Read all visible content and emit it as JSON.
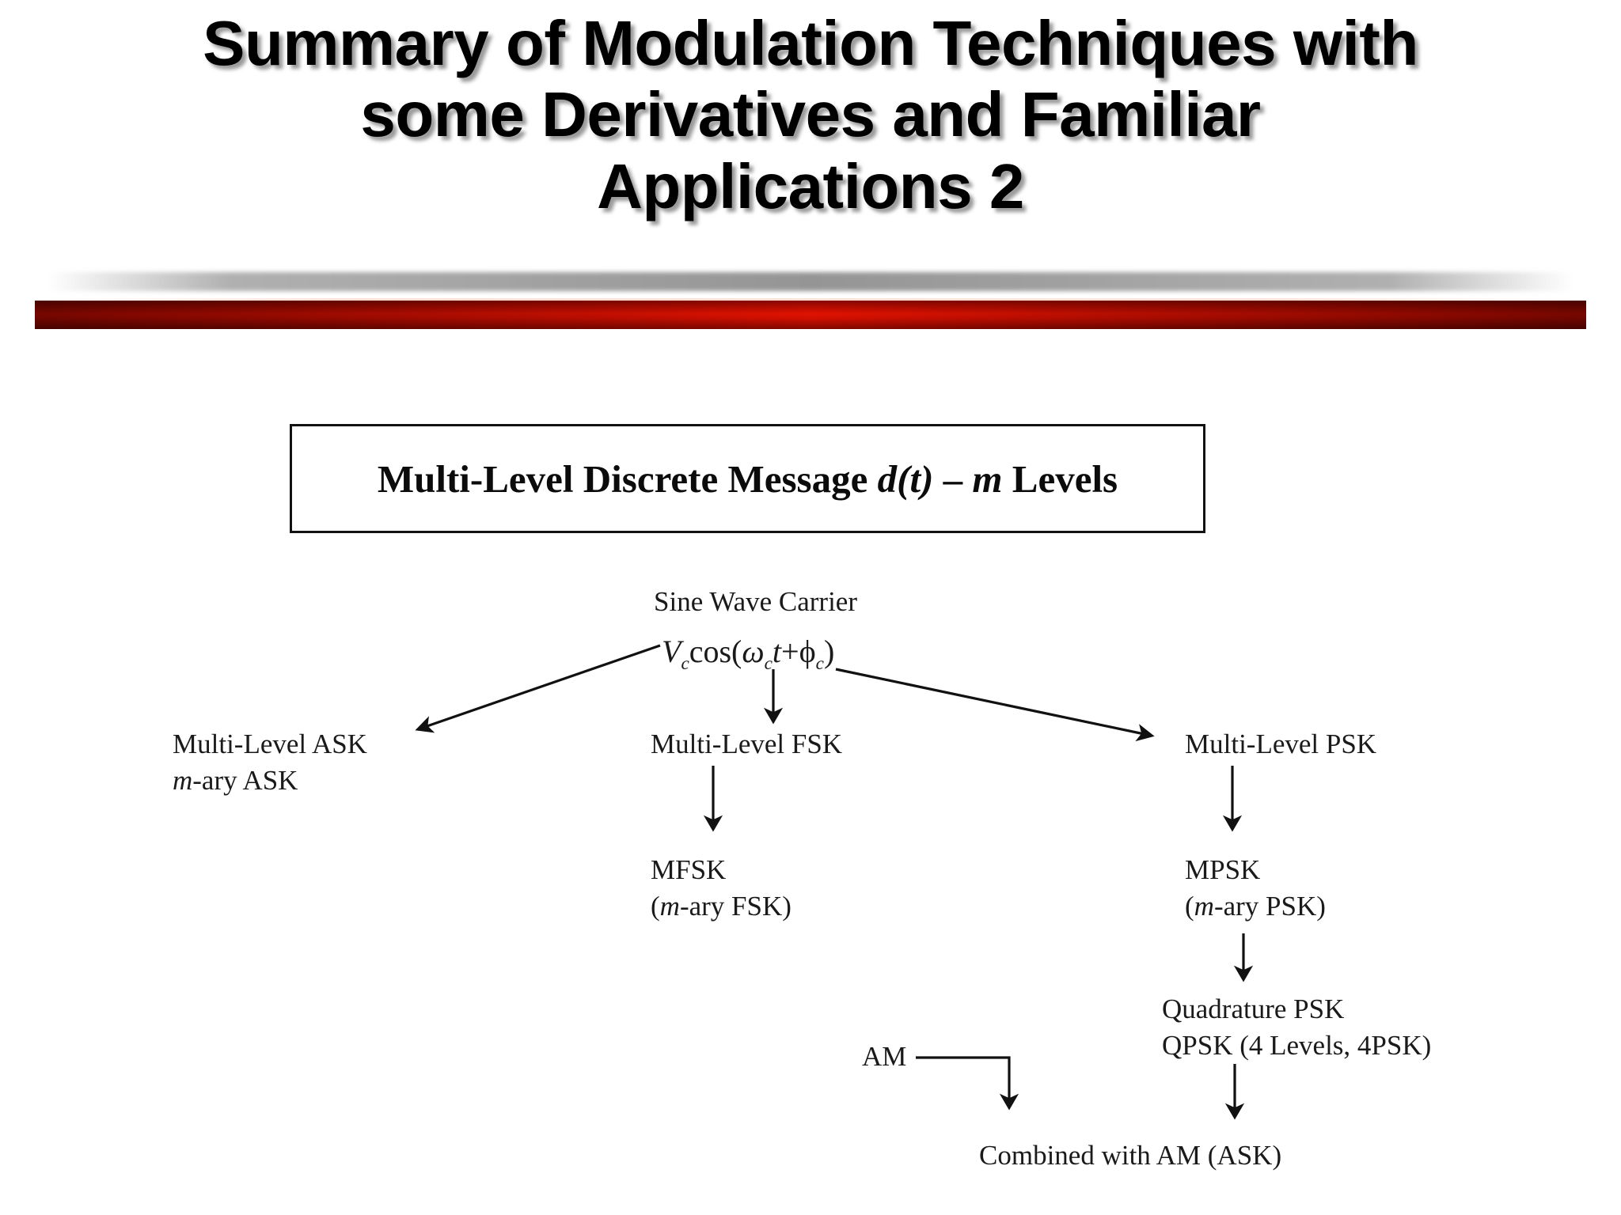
{
  "slide": {
    "title": "Summary of Modulation Techniques with\nsome Derivatives and Familiar\nApplications 2",
    "accent_color": "#ef4410",
    "accent_dark_color": "#7e1a04",
    "text_color": "#000000",
    "background_color": "#ffffff"
  },
  "diagram": {
    "box_heading": {
      "prefix": "Multi-Level Discrete Message ",
      "symbol_d": "d",
      "symbol_t": "(t)",
      "dash": " – ",
      "symbol_m": "m",
      "suffix": " Levels",
      "full_text": "Multi-Level Discrete Message d(t) – m Levels"
    },
    "carrier": {
      "caption": "Sine Wave Carrier",
      "formula_plain": "Vc cos(ωc t + ϕc)",
      "formula_parts": {
        "amplitude": "V",
        "amplitude_sub": "c",
        "cos": "cos(",
        "omega": "ω",
        "omega_sub": "c",
        "t": "t",
        "plus": "+",
        "phi": "ϕ",
        "phi_sub": "c",
        "close": ")"
      }
    },
    "branches": [
      {
        "id": "ask",
        "line1": "Multi-Level ASK",
        "line2_italic": "m",
        "line2_rest": "-ary ASK"
      },
      {
        "id": "fsk",
        "line1": "Multi-Level FSK"
      },
      {
        "id": "psk",
        "line1": "Multi-Level PSK"
      }
    ],
    "mfsk": {
      "line1": "MFSK",
      "line2_open": "(",
      "line2_italic": "m",
      "line2_rest": "-ary FSK)"
    },
    "mpsk": {
      "line1": "MPSK",
      "line2_open": "(",
      "line2_italic": "m",
      "line2_rest": "-ary PSK)"
    },
    "qpsk": {
      "line1": "Quadrature PSK",
      "line2": "QPSK (4 Levels, 4PSK)"
    },
    "am": {
      "label": "AM"
    },
    "combined": {
      "label": "Combined with AM (ASK)"
    }
  }
}
